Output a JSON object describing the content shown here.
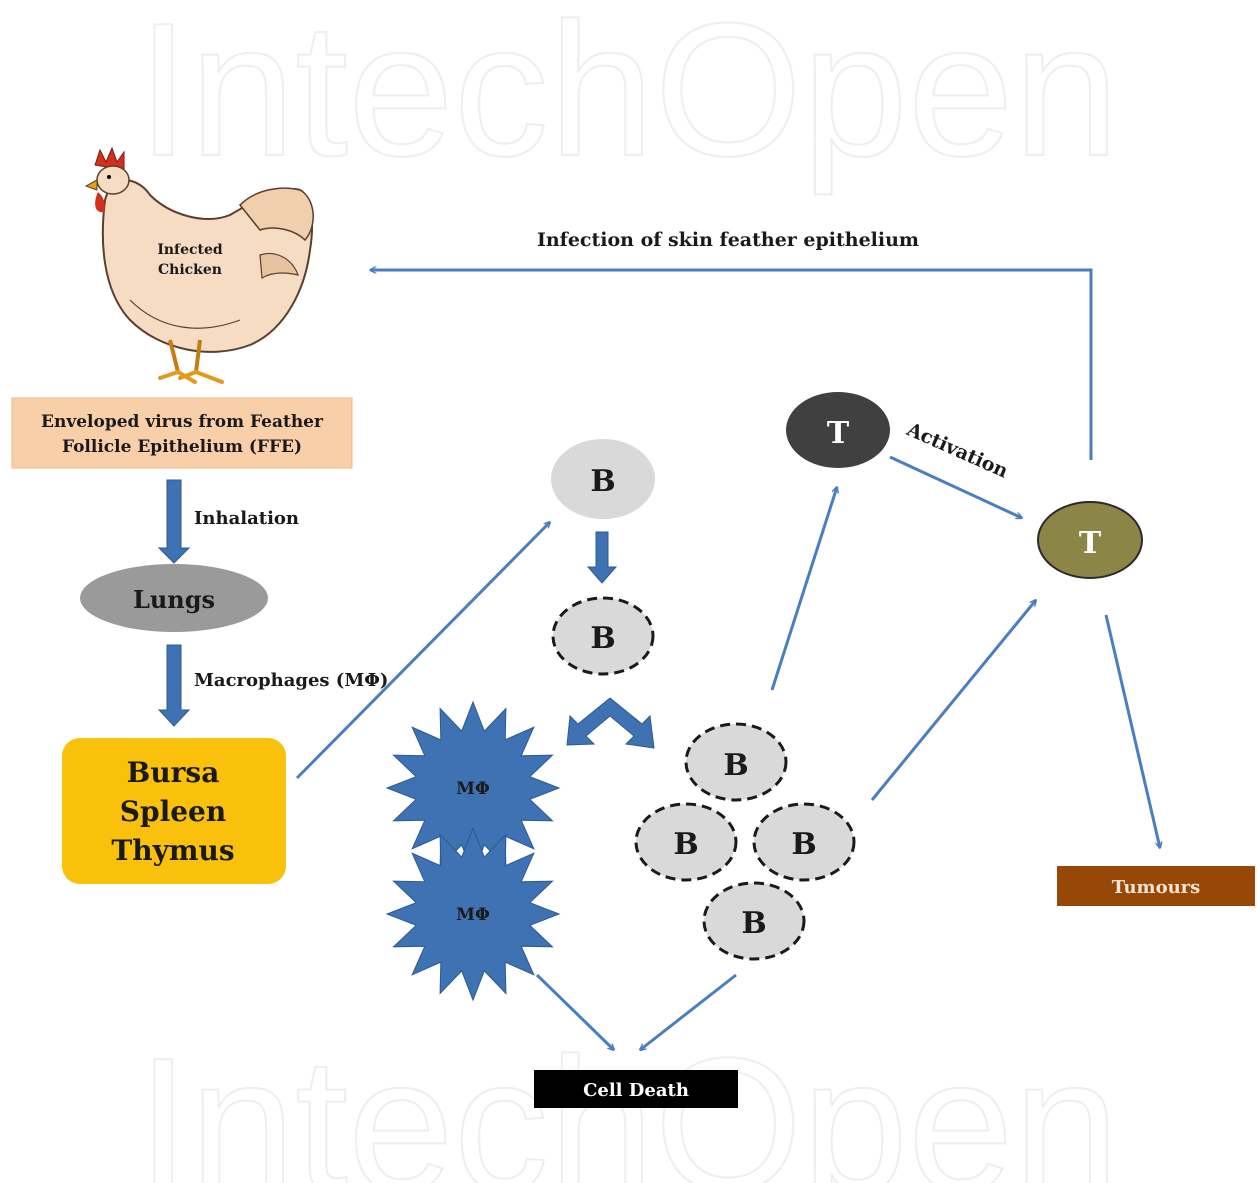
{
  "watermark": {
    "text": "IntechOpen"
  },
  "chicken": {
    "line1": "Infected",
    "line2": "Chicken"
  },
  "ffe_box": {
    "line1": "Enveloped virus from Feather",
    "line2": "Follicle Epithelium (FFE)"
  },
  "labels": {
    "inhalation": "Inhalation",
    "macrophages": "Macrophages (MΦ)",
    "infection": "Infection of skin feather epithelium",
    "activation": "Activation"
  },
  "lungs": "Lungs",
  "organs": {
    "line1": "Bursa",
    "line2": "Spleen",
    "line3": "Thymus"
  },
  "cells": {
    "b": "B",
    "t": "T",
    "macrophage": "MΦ"
  },
  "outcomes": {
    "cell_death": "Cell Death",
    "tumours": "Tumours"
  },
  "colors": {
    "arrow": "#4a7ebf",
    "ffe_box": "#f9cfaa",
    "organs_box": "#f9c00c",
    "lungs": "#9a9a9a",
    "b_cell": "#d9d9d9",
    "t_inactive": "#404040",
    "t_active": "#8b8546",
    "macrophage": "#3f72b3",
    "cell_death": "#000000",
    "tumours": "#984806"
  }
}
